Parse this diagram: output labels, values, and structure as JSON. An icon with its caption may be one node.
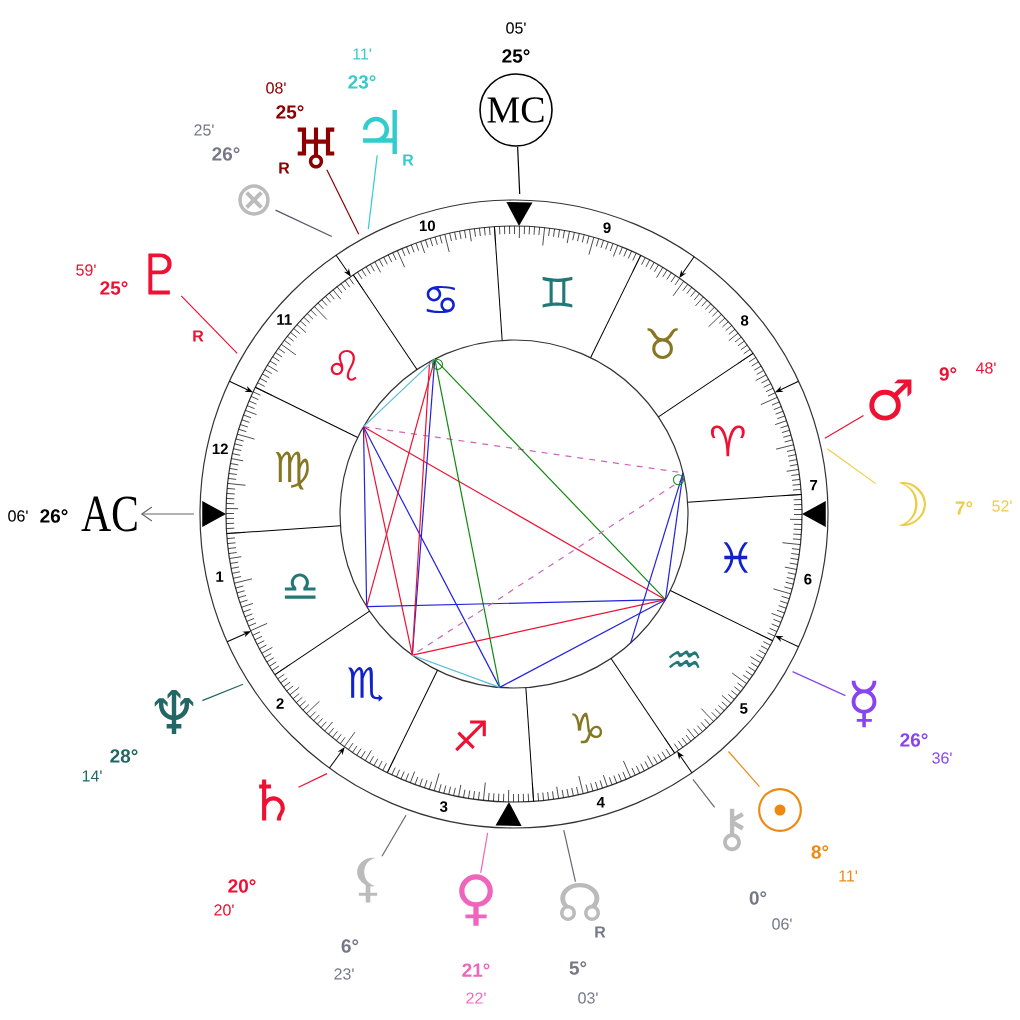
{
  "diagram": {
    "nodes": [
      {
        "text": [
          "MC"
        ],
        "beside": [
          "25°",
          "05'"
        ]
      },
      {
        "text": [
          "♃"
        ],
        "beside": [
          "23°",
          "11'",
          "R"
        ]
      },
      {
        "text": [
          "♅"
        ],
        "beside": [
          "25°",
          "08'",
          "R"
        ]
      },
      {
        "text": [
          "⊗"
        ],
        "beside": [
          "26°",
          "25'"
        ]
      },
      {
        "text": [
          "♇"
        ],
        "beside": [
          "25°",
          "59'",
          "R"
        ]
      },
      {
        "text": [
          "♂"
        ],
        "beside": [
          "9°",
          "48'"
        ]
      },
      {
        "text": [
          "☽"
        ],
        "beside": [
          "7°",
          "52'"
        ]
      },
      {
        "text": [
          "AC"
        ],
        "beside": [
          "26°",
          "06'"
        ]
      },
      {
        "text": [
          "♆"
        ],
        "beside": [
          "28°",
          "14'"
        ]
      },
      {
        "text": [
          "☿"
        ],
        "beside": [
          "26°",
          "36'"
        ]
      },
      {
        "text": [
          "☉"
        ],
        "beside": [
          "8°",
          "11'"
        ]
      },
      {
        "text": [
          "♄"
        ],
        "beside": [
          "20°",
          "20'"
        ]
      },
      {
        "text": [
          "⚷"
        ],
        "beside": [
          "0°",
          "06'"
        ]
      },
      {
        "text": [
          "⚸"
        ],
        "beside": [
          "6°",
          "23'"
        ]
      },
      {
        "text": [
          "♀"
        ],
        "beside": [
          "21°",
          "22'"
        ]
      },
      {
        "text": [
          "☊"
        ],
        "beside": [
          "5°",
          "03'",
          "R"
        ]
      }
    ],
    "edges": [
      {
        "from": 0,
        "to": null,
        "arrow": "none",
        "color": "#000000"
      },
      {
        "from": 1,
        "to": null,
        "arrow": "none",
        "color": "#33cccc"
      },
      {
        "from": 2,
        "to": null,
        "arrow": "none",
        "color": "#8b0000"
      },
      {
        "from": 3,
        "to": null,
        "arrow": "none",
        "color": "#555566"
      },
      {
        "from": 4,
        "to": null,
        "arrow": "none",
        "color": "#ee1133"
      },
      {
        "from": 5,
        "to": null,
        "arrow": "none",
        "color": "#ee1133"
      },
      {
        "from": 6,
        "to": null,
        "arrow": "none",
        "color": "#eecc44"
      },
      {
        "from": null,
        "to": 7,
        "arrow": "to",
        "color": "#666666"
      },
      {
        "from": 8,
        "to": null,
        "arrow": "none",
        "color": "#226666"
      },
      {
        "from": 9,
        "to": null,
        "arrow": "none",
        "color": "#8844ee"
      },
      {
        "from": 10,
        "to": null,
        "arrow": "none",
        "color": "#ee8811"
      },
      {
        "from": 11,
        "to": null,
        "arrow": "none",
        "color": "#ee1133"
      },
      {
        "from": 12,
        "to": null,
        "arrow": "none",
        "color": "#666677"
      },
      {
        "from": 13,
        "to": null,
        "arrow": "none",
        "color": "#666677"
      },
      {
        "from": 14,
        "to": null,
        "arrow": "none",
        "color": "#ee66bb"
      },
      {
        "from": 15,
        "to": null,
        "arrow": "none",
        "color": "#666677"
      }
    ],
    "labels": [
      "♈",
      "♉",
      "♊",
      "♋",
      "♌",
      "♍",
      "♎",
      "♏",
      "♐",
      "♑",
      "♒",
      "♓",
      "1",
      "2",
      "3",
      "4",
      "5",
      "6",
      "7",
      "8",
      "9",
      "10",
      "11",
      "12"
    ]
  }
}
